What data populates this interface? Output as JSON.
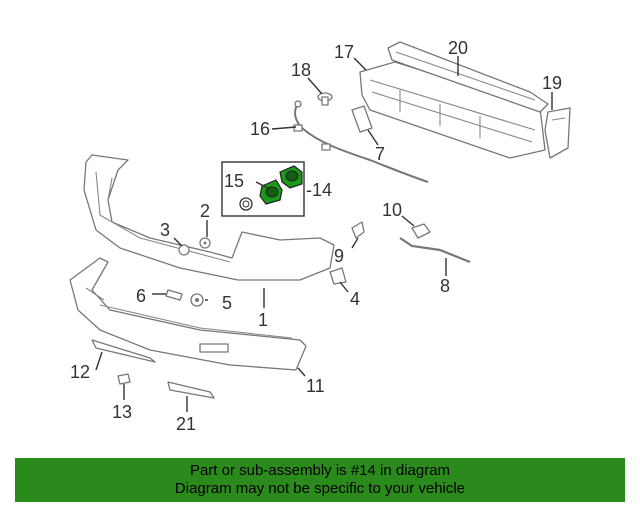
{
  "callouts": {
    "c1": "1",
    "c2": "2",
    "c3": "3",
    "c4": "4",
    "c5": "5",
    "c6": "6",
    "c7": "7",
    "c8": "8",
    "c9": "9",
    "c10": "10",
    "c11": "11",
    "c12": "12",
    "c13": "13",
    "c14": "-14",
    "c15": "15",
    "c16": "16",
    "c17": "17",
    "c18": "18",
    "c19": "19",
    "c20": "20",
    "c21": "21"
  },
  "footer": {
    "line1": "Part or sub-assembly is #14 in diagram",
    "line2": "Diagram may not be specific to your vehicle"
  },
  "colors": {
    "footer_bg": "#2b8a1c",
    "highlight_part": "#1a9a1a"
  }
}
